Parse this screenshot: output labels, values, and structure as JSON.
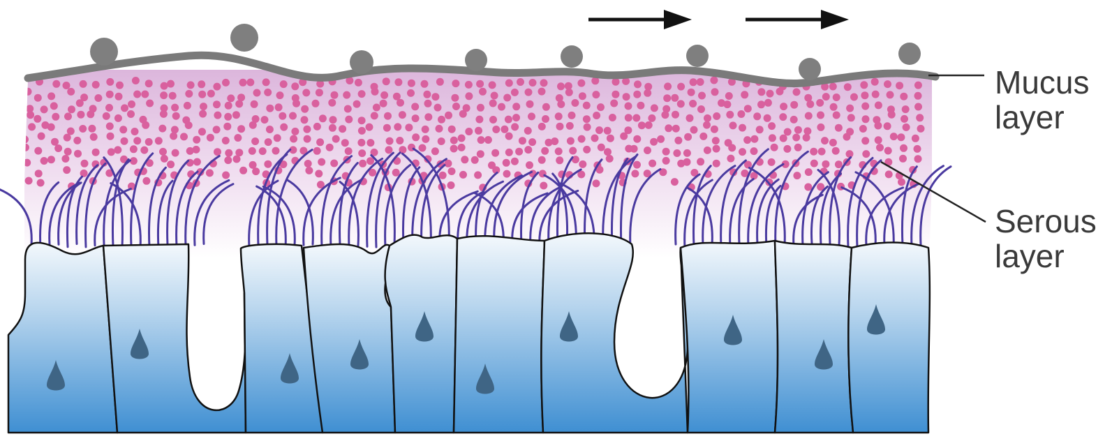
{
  "labels": {
    "mucus": {
      "line1": "Mucus",
      "line2": "layer"
    },
    "serous": {
      "line1": "Serous",
      "line2": "layer"
    }
  },
  "colors": {
    "mucus_surface": "#7a7a7a",
    "particles": "#7f7f7f",
    "mucus_dots": "#d9609e",
    "mucus_band": "#dcb6dc",
    "cilia": "#4a3aa0",
    "cell_top": "#eef4fb",
    "cell_bottom": "#3f8fd2",
    "nucleus": "#3f6585",
    "arrow": "#111111"
  },
  "arrows": {
    "count": 2,
    "direction": "right"
  },
  "cells": {
    "count": 10
  }
}
